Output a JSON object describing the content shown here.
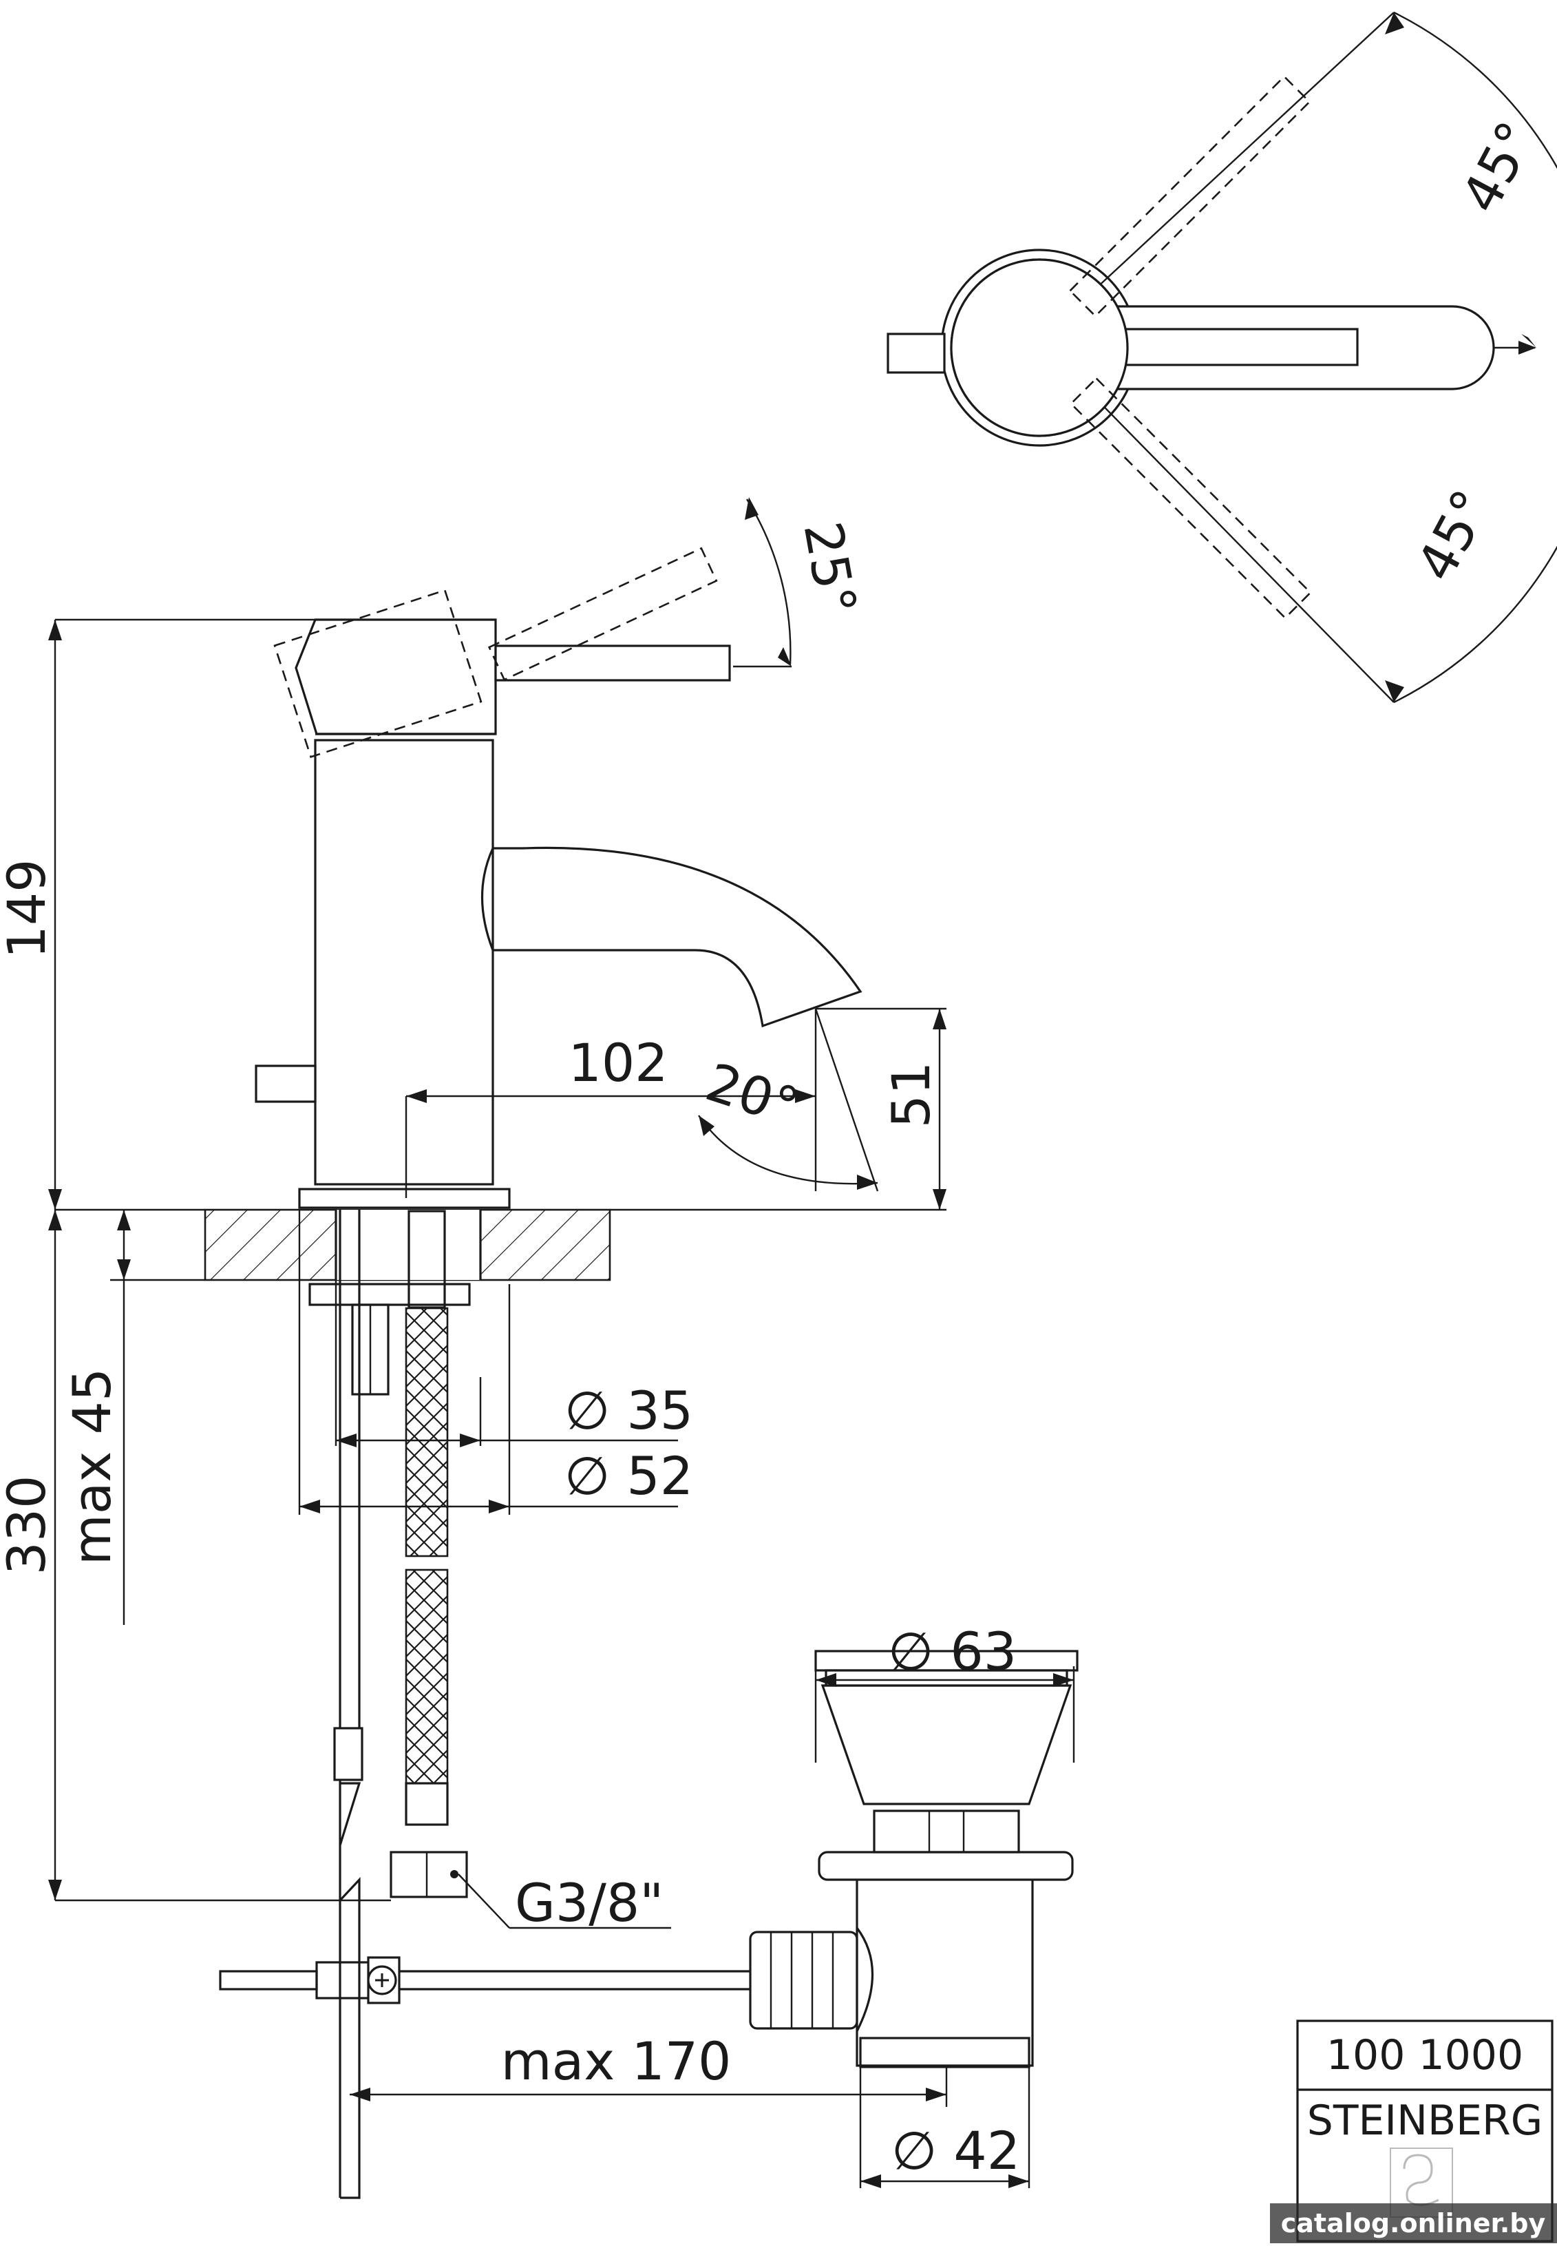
{
  "dimensions": {
    "height_total": "149",
    "height_under_counter": "330",
    "max_thickness": "max 45",
    "spout_reach": "102",
    "spout_angle": "20°",
    "spout_height": "51",
    "lever_tilt": "25°",
    "rotation_top": "45°",
    "rotation_bottom": "45°",
    "diameter_35": "∅ 35",
    "diameter_52": "∅ 52",
    "diameter_63": "∅ 63",
    "diameter_42": "∅ 42",
    "thread": "G3/8\"",
    "max_reach": "max 170"
  },
  "title_block": {
    "code": "100 1000",
    "brand": "STEINBERG"
  },
  "watermark": "catalog.onliner.by",
  "colors": {
    "line": "#1a1a1a",
    "background": "#ffffff"
  }
}
